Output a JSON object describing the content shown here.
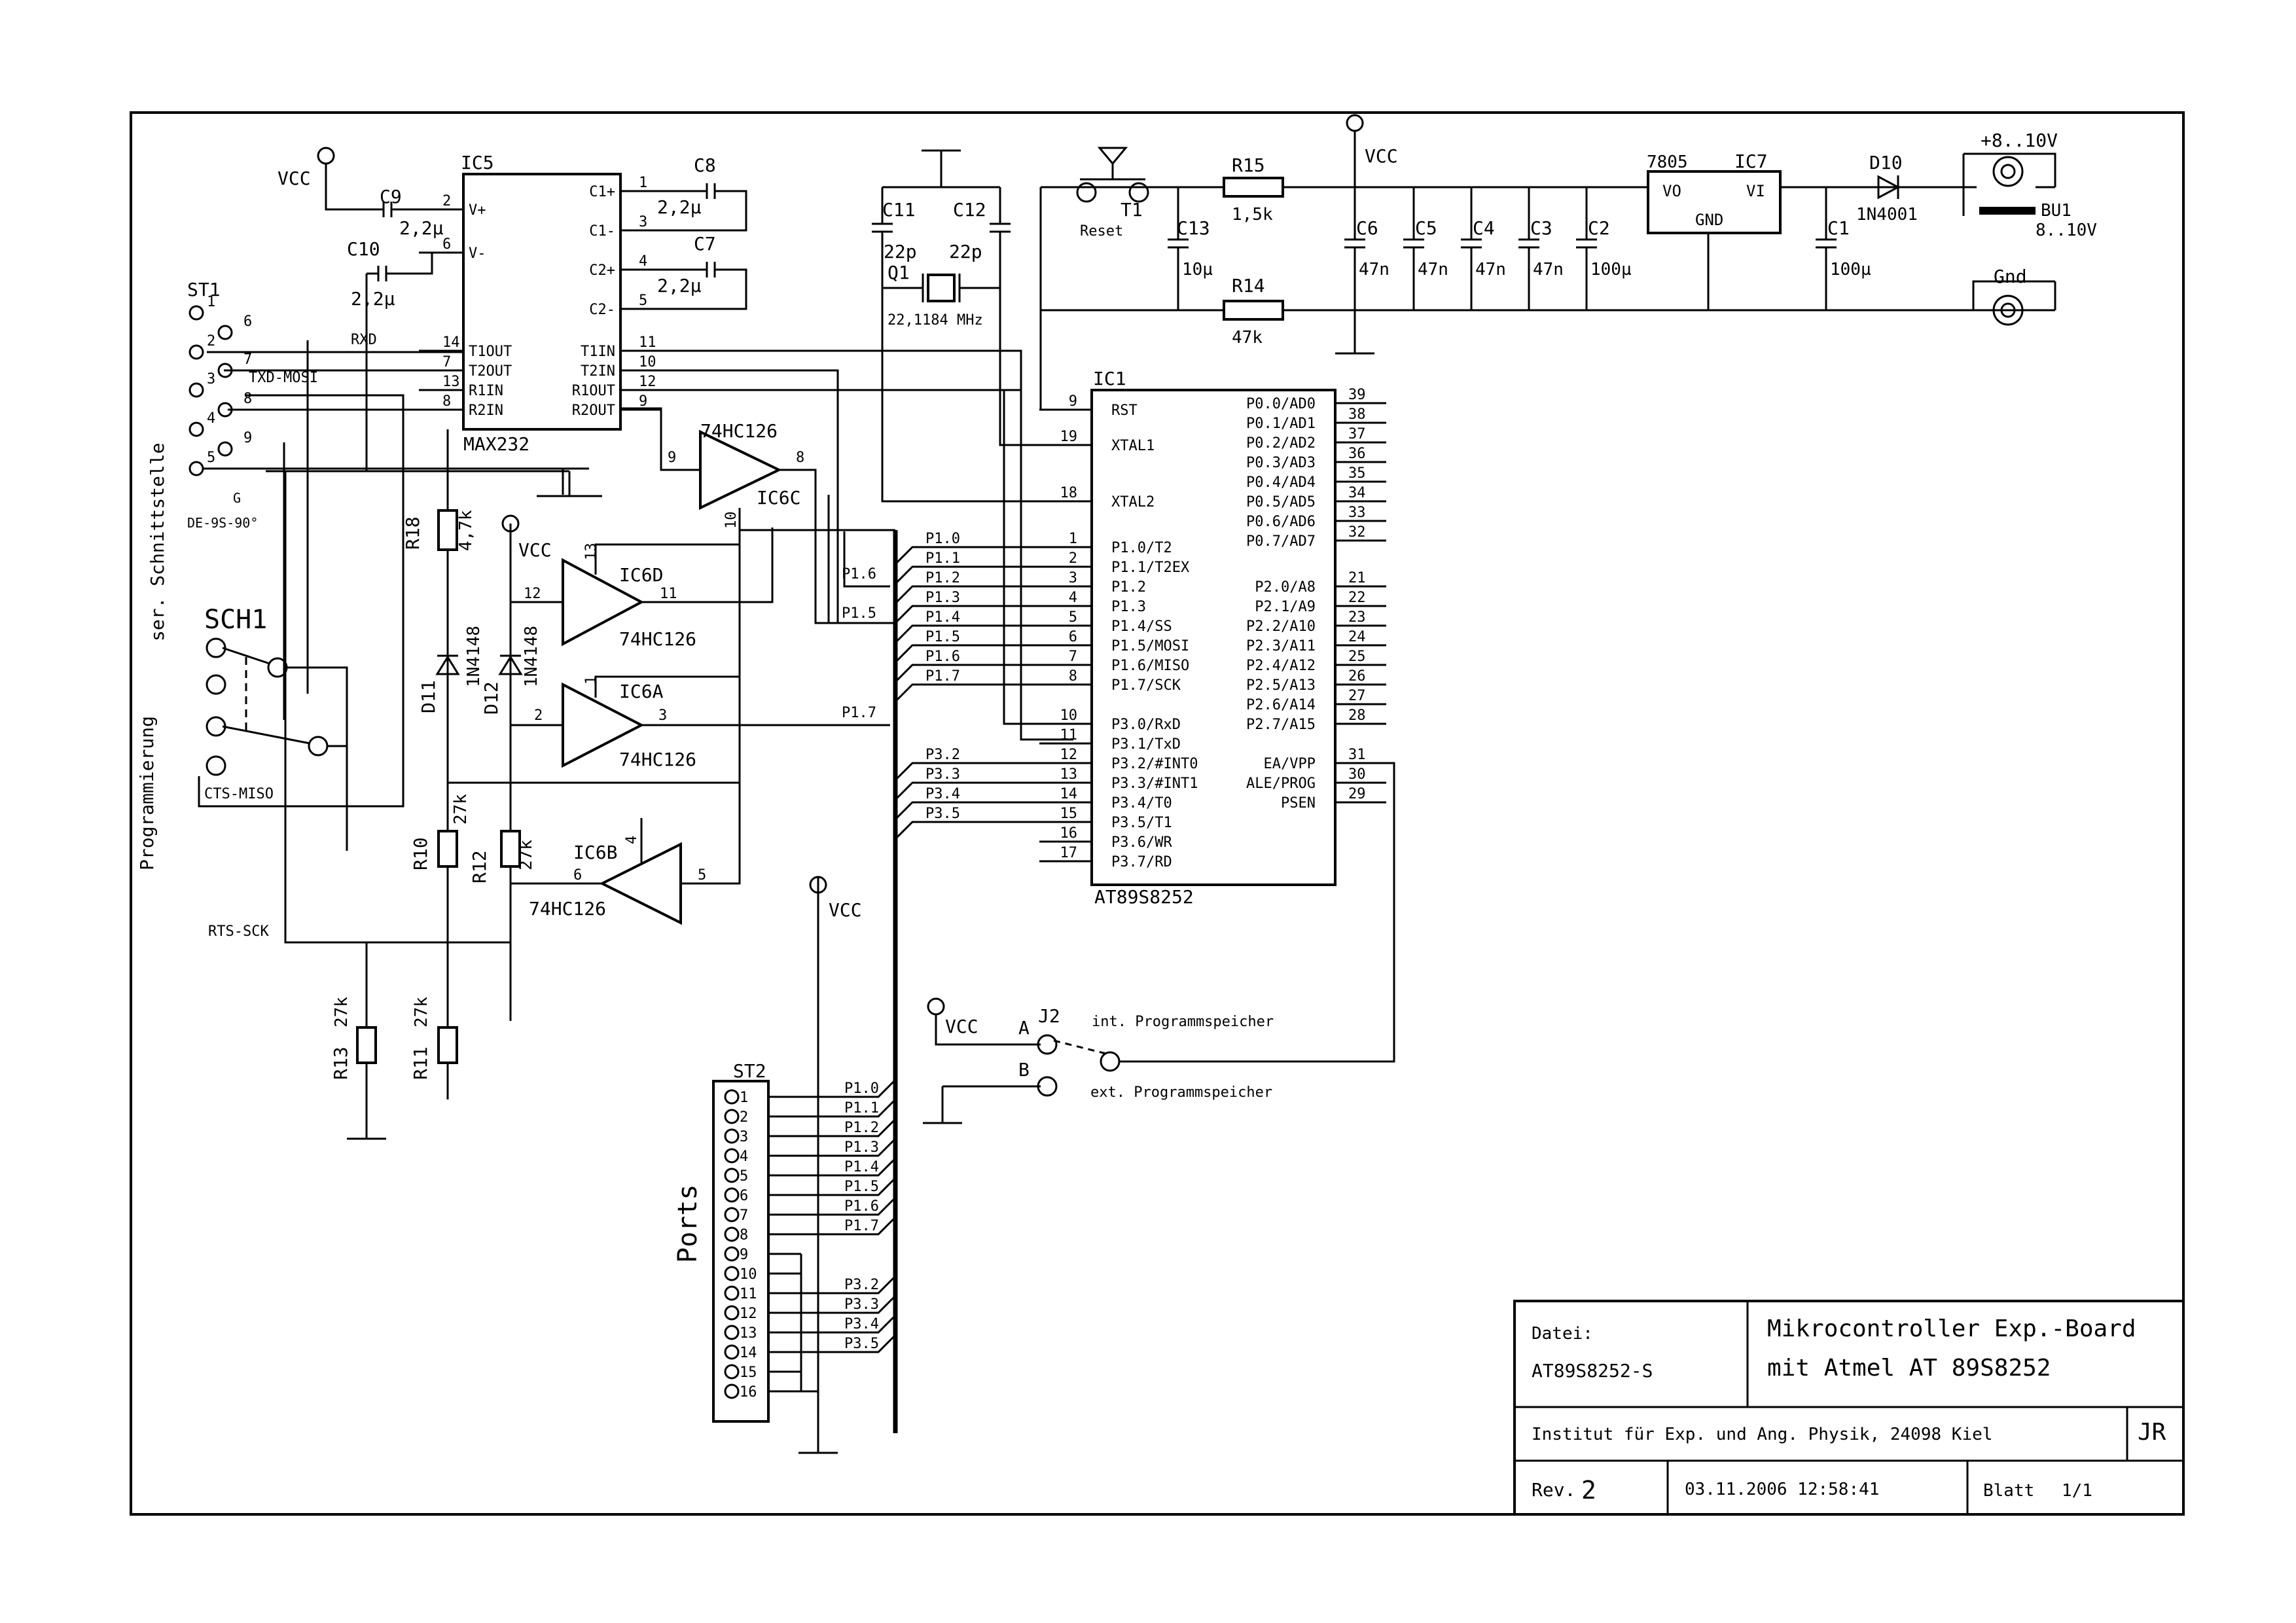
{
  "colors": {
    "ink": "#000000",
    "paper": "#ffffff"
  },
  "supply": {
    "vcc": "VCC",
    "input": "+8..10V",
    "gnd": "Gnd",
    "bu1": "BU1",
    "bu1_value": "8..10V"
  },
  "ic5": {
    "ref": "IC5",
    "name": "MAX232",
    "left_pins": [
      {
        "num": "2",
        "name": "V+"
      },
      {
        "num": "6",
        "name": "V-"
      },
      {
        "num": "14",
        "name": "T1OUT"
      },
      {
        "num": "7",
        "name": "T2OUT"
      },
      {
        "num": "13",
        "name": "R1IN"
      },
      {
        "num": "8",
        "name": "R2IN"
      }
    ],
    "right_pins": [
      {
        "num": "1",
        "name": "C1+"
      },
      {
        "num": "3",
        "name": "C1-"
      },
      {
        "num": "4",
        "name": "C2+"
      },
      {
        "num": "5",
        "name": "C2-"
      },
      {
        "num": "11",
        "name": "T1IN"
      },
      {
        "num": "10",
        "name": "T2IN"
      },
      {
        "num": "12",
        "name": "R1OUT"
      },
      {
        "num": "9",
        "name": "R2OUT"
      }
    ]
  },
  "caps": {
    "c9": {
      "ref": "C9",
      "value": "2,2µ"
    },
    "c10": {
      "ref": "C10",
      "value": "2,2µ"
    },
    "c8": {
      "ref": "C8",
      "value": "2,2µ"
    },
    "c7": {
      "ref": "C7",
      "value": "2,2µ"
    },
    "c11": {
      "ref": "C11",
      "value": "22p"
    },
    "c12": {
      "ref": "C12",
      "value": "22p"
    },
    "c13": {
      "ref": "C13",
      "value": "10µ"
    },
    "c6": {
      "ref": "C6",
      "value": "47n"
    },
    "c5": {
      "ref": "C5",
      "value": "47n"
    },
    "c4": {
      "ref": "C4",
      "value": "47n"
    },
    "c3": {
      "ref": "C3",
      "value": "47n"
    },
    "c2": {
      "ref": "C2",
      "value": "100µ"
    },
    "c1": {
      "ref": "C1",
      "value": "100µ"
    }
  },
  "crystal": {
    "ref": "Q1",
    "value": "22,1184 MHz"
  },
  "reset": {
    "ref": "T1",
    "label": "Reset"
  },
  "resistors": {
    "r15": {
      "ref": "R15",
      "value": "1,5k"
    },
    "r14": {
      "ref": "R14",
      "value": "47k"
    },
    "r18": {
      "ref": "R18",
      "value": "4,7k"
    },
    "r10": {
      "ref": "R10",
      "value": "27k"
    },
    "r12": {
      "ref": "R12",
      "value": "27k"
    },
    "r13": {
      "ref": "R13",
      "value": "27k"
    },
    "r11": {
      "ref": "R11",
      "value": "27k"
    }
  },
  "regulator": {
    "ref": "IC7",
    "type": "7805",
    "vo": "VO",
    "vi": "VI",
    "gnd": "GND"
  },
  "d10": {
    "ref": "D10",
    "type": "1N4001"
  },
  "d11": {
    "ref": "D11",
    "type": "1N4148"
  },
  "d12": {
    "ref": "D12",
    "type": "1N4148"
  },
  "st1": {
    "ref": "ST1",
    "type": "DE-9S-90°",
    "header": "ser. Schnittstelle",
    "pins_a": [
      "1",
      "2",
      "3",
      "4",
      "5"
    ],
    "pins_b": [
      "6",
      "7",
      "8",
      "9"
    ],
    "gnd": "G",
    "rxd": "RXD",
    "txd": "TXD-MOSI",
    "cts": "CTS-MISO",
    "rts": "RTS-SCK"
  },
  "sch1": {
    "ref": "SCH1",
    "mode": "Programmierung"
  },
  "buffers": {
    "ic6c": {
      "ref": "IC6C",
      "type": "74HC126",
      "in": "9",
      "out": "8",
      "oe": "10"
    },
    "ic6d": {
      "ref": "IC6D",
      "type": "74HC126",
      "in": "12",
      "out": "11",
      "oe": "13"
    },
    "ic6a": {
      "ref": "IC6A",
      "type": "74HC126",
      "in": "2",
      "out": "3",
      "oe": "1"
    },
    "ic6b": {
      "ref": "IC6B",
      "type": "74HC126",
      "in": "5",
      "out": "6",
      "oe": "4"
    }
  },
  "ic1": {
    "ref": "IC1",
    "name": "AT89S8252",
    "left_pins": [
      {
        "num": "9",
        "name": "RST"
      },
      {
        "num": "19",
        "name": "XTAL1"
      },
      {
        "num": "18",
        "name": "XTAL2"
      },
      {
        "num": "1",
        "name": "P1.0/T2"
      },
      {
        "num": "2",
        "name": "P1.1/T2EX"
      },
      {
        "num": "3",
        "name": "P1.2"
      },
      {
        "num": "4",
        "name": "P1.3"
      },
      {
        "num": "5",
        "name": "P1.4/SS"
      },
      {
        "num": "6",
        "name": "P1.5/MOSI"
      },
      {
        "num": "7",
        "name": "P1.6/MISO"
      },
      {
        "num": "8",
        "name": "P1.7/SCK"
      },
      {
        "num": "10",
        "name": "P3.0/RxD"
      },
      {
        "num": "11",
        "name": "P3.1/TxD"
      },
      {
        "num": "12",
        "name": "P3.2/#INT0"
      },
      {
        "num": "13",
        "name": "P3.3/#INT1"
      },
      {
        "num": "14",
        "name": "P3.4/T0"
      },
      {
        "num": "15",
        "name": "P3.5/T1"
      },
      {
        "num": "16",
        "name": "P3.6/WR"
      },
      {
        "num": "17",
        "name": "P3.7/RD"
      }
    ],
    "right_pins": [
      {
        "num": "39",
        "name": "P0.0/AD0"
      },
      {
        "num": "38",
        "name": "P0.1/AD1"
      },
      {
        "num": "37",
        "name": "P0.2/AD2"
      },
      {
        "num": "36",
        "name": "P0.3/AD3"
      },
      {
        "num": "35",
        "name": "P0.4/AD4"
      },
      {
        "num": "34",
        "name": "P0.5/AD5"
      },
      {
        "num": "33",
        "name": "P0.6/AD6"
      },
      {
        "num": "32",
        "name": "P0.7/AD7"
      },
      {
        "num": "21",
        "name": "P2.0/A8"
      },
      {
        "num": "22",
        "name": "P2.1/A9"
      },
      {
        "num": "23",
        "name": "P2.2/A10"
      },
      {
        "num": "24",
        "name": "P2.3/A11"
      },
      {
        "num": "25",
        "name": "P2.4/A12"
      },
      {
        "num": "26",
        "name": "P2.5/A13"
      },
      {
        "num": "27",
        "name": "P2.6/A14"
      },
      {
        "num": "28",
        "name": "P2.7/A15"
      },
      {
        "num": "31",
        "name": "EA/VPP"
      },
      {
        "num": "30",
        "name": "ALE/PROG"
      },
      {
        "num": "29",
        "name": "PSEN"
      }
    ]
  },
  "bus": {
    "p1": [
      "P1.0",
      "P1.1",
      "P1.2",
      "P1.3",
      "P1.4",
      "P1.5",
      "P1.6",
      "P1.7"
    ],
    "p3": [
      "P3.2",
      "P3.3",
      "P3.4",
      "P3.5"
    ],
    "taps": [
      "P1.6",
      "P1.5",
      "P1.7"
    ]
  },
  "st2": {
    "ref": "ST2",
    "label": "Ports",
    "pins": [
      "1",
      "2",
      "3",
      "4",
      "5",
      "6",
      "7",
      "8",
      "9",
      "10",
      "11",
      "12",
      "13",
      "14",
      "15",
      "16"
    ],
    "nets": [
      "P1.0",
      "P1.1",
      "P1.2",
      "P1.3",
      "P1.4",
      "P1.5",
      "P1.6",
      "P1.7",
      "",
      "",
      "P3.2",
      "P3.3",
      "P3.4",
      "P3.5",
      "",
      ""
    ]
  },
  "j2": {
    "ref": "J2",
    "a": "A",
    "b": "B",
    "int_label": "int. Programmspeicher",
    "ext_label": "ext. Programmspeicher"
  },
  "titleblock": {
    "datei_label": "Datei:",
    "datei_value": "AT89S8252-S",
    "title1": "Mikrocontroller Exp.-Board",
    "title2": "mit Atmel AT 89S8252",
    "institute": "Institut für Exp. und Ang. Physik, 24098 Kiel",
    "initials": "JR",
    "rev_label": "Rev.",
    "rev_value": "2",
    "date": "03.11.2006 12:58:41",
    "blatt_label": "Blatt",
    "blatt_value": "1/1"
  }
}
